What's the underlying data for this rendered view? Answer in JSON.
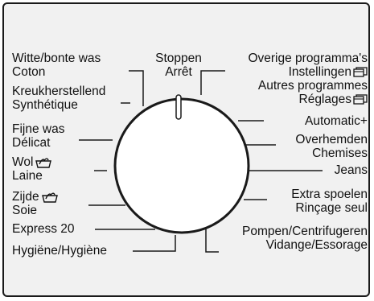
{
  "dial": {
    "left": {
      "witte": [
        "Witte/bonte was",
        "Coton"
      ],
      "kreuk": [
        "Kreukherstellend",
        "Synthétique"
      ],
      "fijne": [
        "Fijne was",
        "Délicat"
      ],
      "wol": [
        "Wol",
        "Laine"
      ],
      "zijde": [
        "Zijde",
        "Soie"
      ],
      "express": "Express 20",
      "hygiene": "Hygiëne/Hygiène"
    },
    "top": [
      "Stoppen",
      "Arrêt"
    ],
    "right": {
      "overige": [
        "Overige programma's",
        "Instellingen",
        "Autres programmes",
        "Réglages"
      ],
      "automatic": "Automatic+",
      "overhemden": [
        "Overhemden",
        "Chemises"
      ],
      "jeans": "Jeans",
      "extra": [
        "Extra spoelen",
        "Rinçage seul"
      ],
      "pompen": [
        "Pompen/Centrifugeren",
        "Vidange/Essorage"
      ]
    },
    "icons": [
      "hand-wash-icon",
      "book-icon"
    ],
    "colors": {
      "line": "#1a1a1a",
      "background": "#f1f1f1",
      "knob": "#ffffff"
    }
  }
}
